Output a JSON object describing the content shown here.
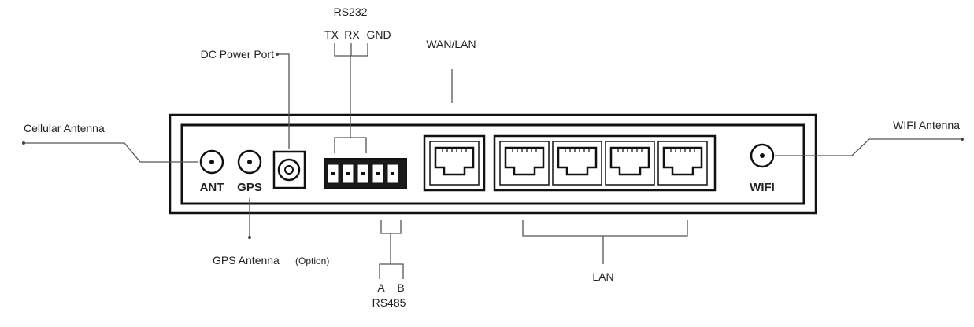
{
  "labels": {
    "rs232": "RS232",
    "tx": "TX",
    "rx": "RX",
    "gnd": "GND",
    "dc_power_port": "DC Power Port",
    "wan_lan": "WAN/LAN",
    "cellular_antenna": "Cellular Antenna",
    "wifi_antenna": "WIFI Antenna",
    "gps_antenna": "GPS Antenna",
    "gps_option": "(Option)",
    "lan": "LAN",
    "a": "A",
    "b": "B",
    "rs485": "RS485"
  },
  "ports": {
    "ant": "ANT",
    "gps": "GPS",
    "wifi": "WIFI"
  }
}
